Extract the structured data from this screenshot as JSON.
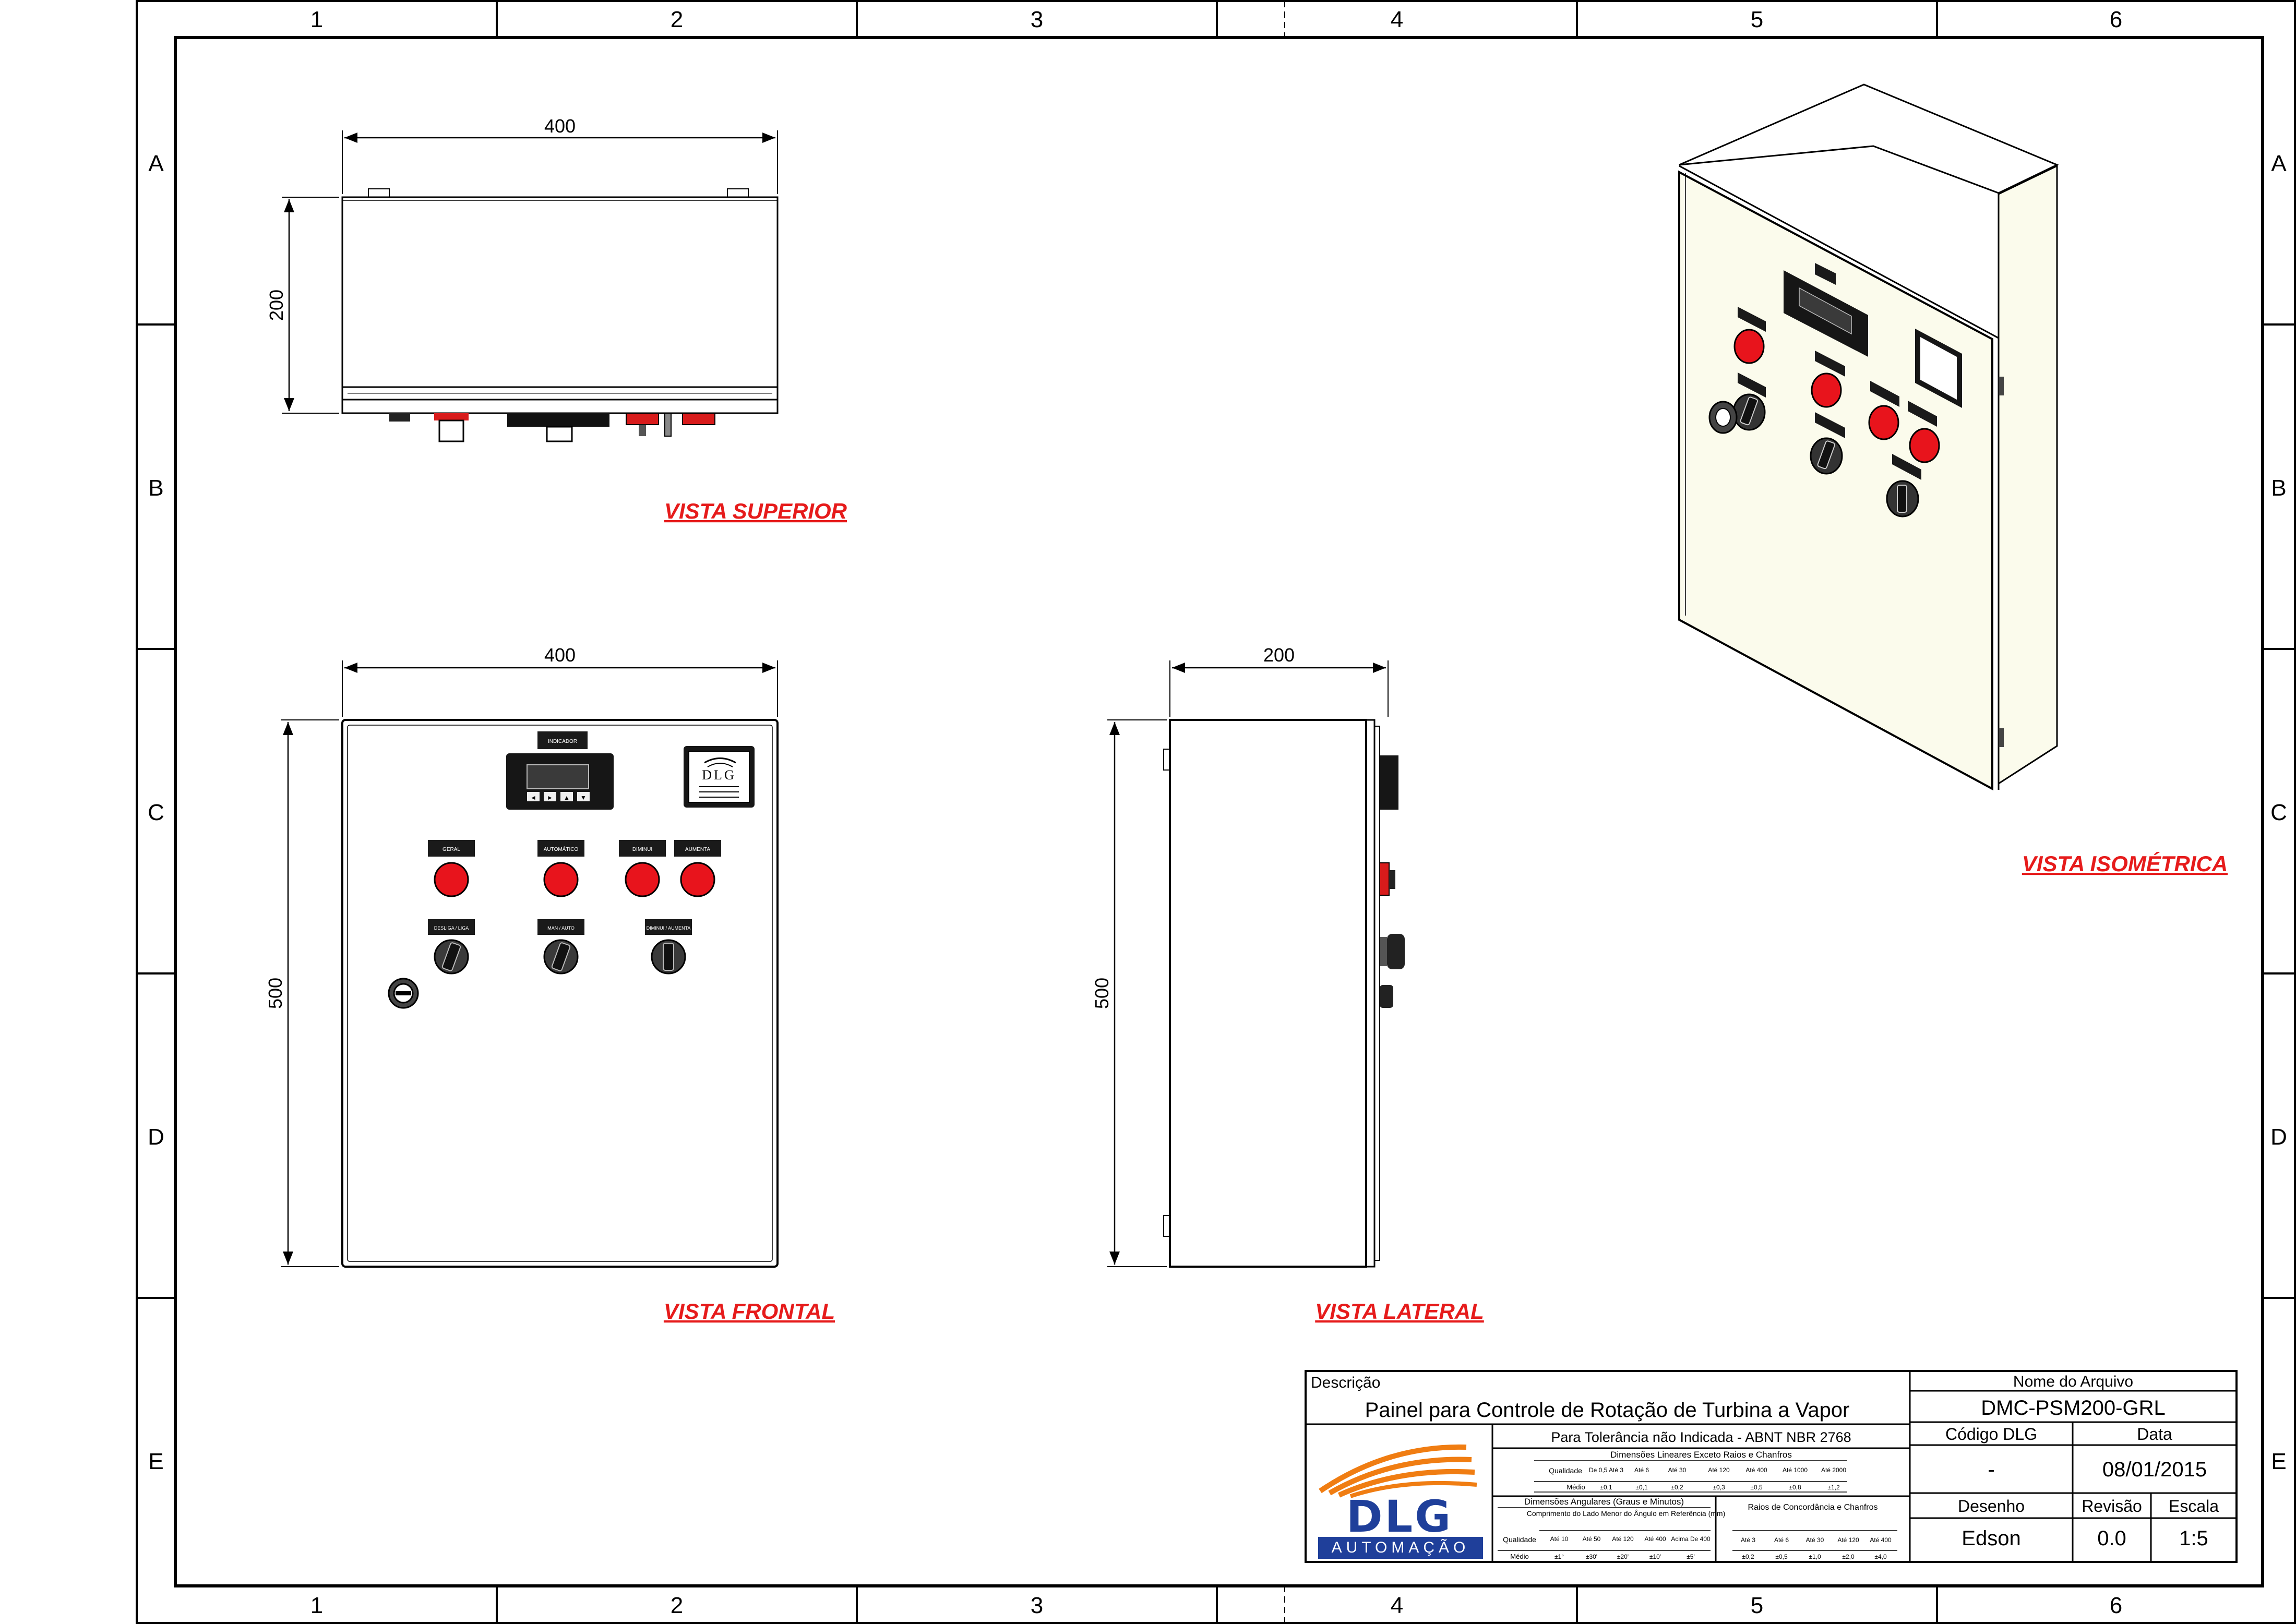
{
  "sheet": {
    "columns": [
      "1",
      "2",
      "3",
      "4",
      "5",
      "6"
    ],
    "rows": [
      "A",
      "B",
      "C",
      "D",
      "E"
    ]
  },
  "views": {
    "top": "VISTA SUPERIOR",
    "front": "VISTA FRONTAL",
    "side": "VISTA LATERAL",
    "iso": "VISTA ISOMÉTRICA"
  },
  "dimensions": {
    "top_width": "400",
    "top_depth": "200",
    "front_width": "400",
    "front_height": "500",
    "side_depth": "200",
    "side_height": "500"
  },
  "panel": {
    "indicator_label": "INDICADOR",
    "lamp_labels": [
      "GERAL",
      "AUTOMÁTICO",
      "DIMINUI",
      "AUMENTA"
    ],
    "selector_labels": [
      "DESLIGA / LIGA",
      "MAN / AUTO",
      "DIMINUI / AUMENTA"
    ],
    "logo": "DLG",
    "display_keys": [
      "◄",
      "►",
      "▲",
      "▼"
    ]
  },
  "title_block": {
    "description_label": "Descrição",
    "description": "Painel para Controle de Rotação de Turbina a Vapor",
    "filename_label": "Nome do Arquivo",
    "filename": "DMC-PSM200-GRL",
    "code_label": "Código DLG",
    "code": "-",
    "date_label": "Data",
    "date": "08/01/2015",
    "drawn_label": "Desenho",
    "drawn": "Edson",
    "revision_label": "Revisão",
    "revision": "0.0",
    "scale_label": "Escala",
    "scale": "1:5",
    "tolerance_note": "Para Tolerância não Indicada - ABNT NBR 2768",
    "linear_header": "Dimensões Lineares Exceto Raios e Chanfros",
    "linear_quality": "Qualidade",
    "linear_cols": [
      "De 0,5 Até 3",
      "Até 6",
      "Até 30",
      "Até 120",
      "Até 400",
      "Até 1000",
      "Até 2000"
    ],
    "linear_medio": "Médio",
    "linear_vals": [
      "±0,1",
      "±0,1",
      "±0,2",
      "±0,3",
      "±0,5",
      "±0,8",
      "±1,2"
    ],
    "angular_header": "Dimensões Angulares (Graus e Minutos)",
    "angular_sub": "Comprimento do Lado Menor do Ângulo em Referência (mm)",
    "angular_cols": [
      "Até 10",
      "Até 50",
      "Até 120",
      "Até 400",
      "Acima De 400"
    ],
    "angular_vals": [
      "±1°",
      "±30'",
      "±20'",
      "±10'",
      "±5'"
    ],
    "radius_header": "Raios de Concordância e Chanfros",
    "radius_cols": [
      "Até 3",
      "Até 6",
      "Até 30",
      "Até 120",
      "Até 400"
    ],
    "radius_vals": [
      "±0,2",
      "±0,5",
      "±1,0",
      "±2,0",
      "±4,0"
    ],
    "logo_text": "DLG",
    "logo_sub": "AUTOMAÇÃO"
  },
  "colors": {
    "view_title": "#e61b1b",
    "lamp": "#e8141c",
    "iso_face": "#fbfbec",
    "logo_blue": "#1f3f9a",
    "logo_orange": "#f07d12"
  }
}
